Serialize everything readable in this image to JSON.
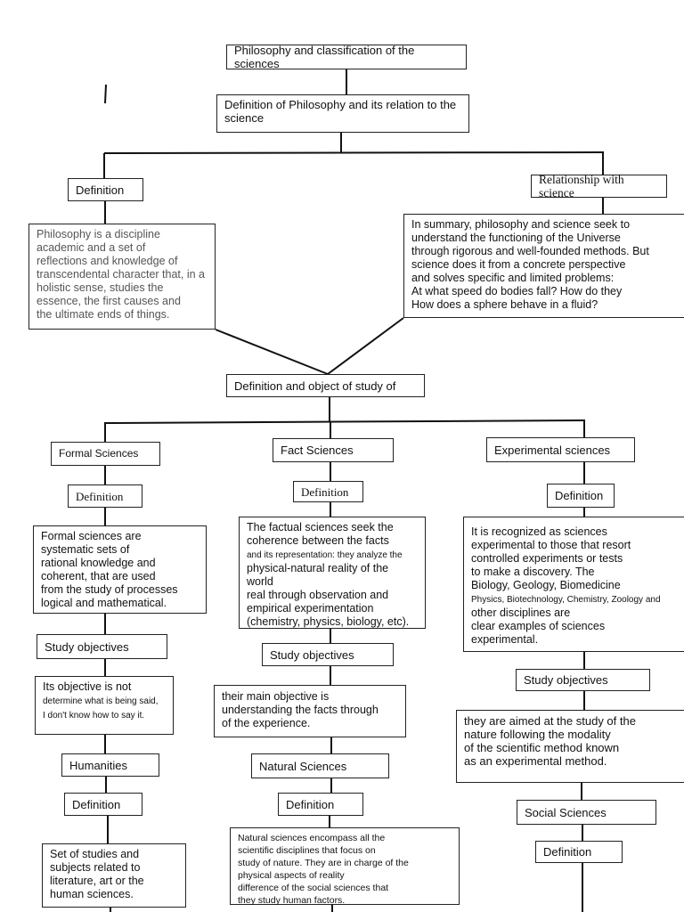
{
  "title": "Philosophy and classification of the sciences",
  "philosophy_section": {
    "heading": "Definition of Philosophy and its relation to the science",
    "definition_label": "Definition",
    "definition_text": "Philosophy is a discipline\nacademic and a set of\nreflections and knowledge of\ntranscendental character that, in a\nholistic sense, studies the\nessence, the first causes and\nthe ultimate ends of things.",
    "relationship_label": "Relationship with science",
    "relationship_text": "In summary, philosophy and science seek to\nunderstand the functioning of the Universe\nthrough rigorous and well-founded methods. But\nscience does it from a concrete perspective\nand solves specific and limited problems:\nAt what speed do bodies fall? How do they\nHow does a sphere behave in a fluid?"
  },
  "object_heading": "Definition and object of study of",
  "formal": {
    "label": "Formal Sciences",
    "definition_label": "Definition",
    "definition_text": "Formal sciences are\nsystematic sets of\nrational knowledge and\ncoherent, that are used\nfrom the study of processes\nlogical and mathematical.",
    "objectives_label": "Study objectives",
    "objectives_text_1": "Its objective is not",
    "objectives_text_2": "determine what is being said,\nI don't know how to say it.",
    "humanities_label": "Humanities",
    "humanities_definition_label": "Definition",
    "humanities_definition_text": "Set of studies and\nsubjects related to\nliterature, art or the\nhuman sciences."
  },
  "fact": {
    "label": "Fact Sciences",
    "definition_label": "Definition",
    "definition_text_1": "The factual sciences seek the\ncoherence between the facts",
    "definition_text_2": "and its representation: they analyze the",
    "definition_text_3": "physical-natural reality of the world\nreal through observation and\nempirical experimentation\n(chemistry, physics, biology, etc).",
    "objectives_label": "Study objectives",
    "objectives_text": "their main objective is\nunderstanding the facts through\nof the experience.",
    "natural_label": "Natural Sciences",
    "natural_definition_label": "Definition",
    "natural_definition_text": "Natural sciences encompass all the\nscientific disciplines that focus on\nstudy of nature. They are in charge of the\nphysical aspects of reality\ndifference of the social sciences that\nthey study human factors."
  },
  "experimental": {
    "label": "Experimental sciences",
    "definition_label": "Definition",
    "definition_text_1": "It is recognized as sciences\nexperimental to those that resort\ncontrolled experiments or tests\nto make a discovery. The\nBiology, Geology, Biomedicine",
    "definition_text_2": "Physics, Biotechnology, Chemistry, Zoology and",
    "definition_text_3": "other disciplines are\nclear examples of sciences\nexperimental.",
    "objectives_label": "Study objectives",
    "objectives_text": "they are aimed at the study of the\nnature following the modality\nof the scientific method known\nas an experimental method.",
    "social_label": "Social Sciences",
    "social_definition_label": "Definition"
  }
}
